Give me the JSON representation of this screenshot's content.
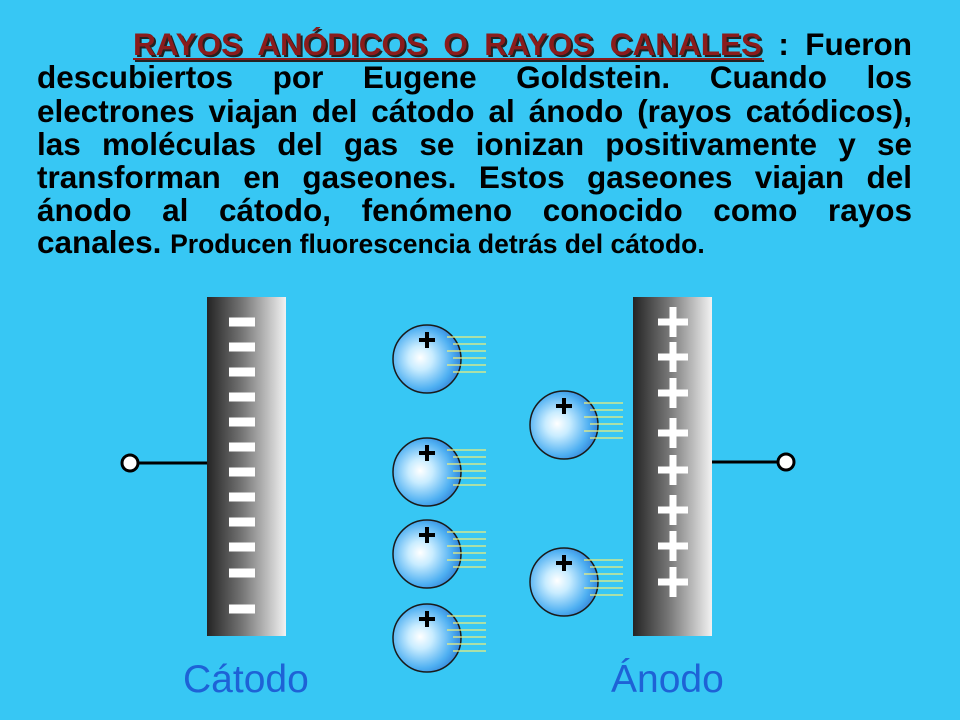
{
  "colors": {
    "background": "#37c7f4",
    "title": "#8a1c1c",
    "text": "#000000",
    "label": "#1e62d6"
  },
  "paragraph": {
    "title": "RAYOS ANÓDICOS O RAYOS CANALES",
    "title_suffix": ": Fueron",
    "lines": [
      "descubiertos por Eugene Goldstein. Cuando los",
      "electrones viajan del cátodo al ánodo (rayos catódicos),",
      "las moléculas del gas se ionizan positivamente y se",
      "transforman en gaseones. Estos gaseones viajan del",
      "ánodo al cátodo, fenómeno conocido como rayos"
    ],
    "last_word": "canales.",
    "closing": "Producen fluorescencia detrás del cátodo."
  },
  "diagram": {
    "cathode_label": "Cátodo",
    "anode_label": "Ánodo"
  }
}
